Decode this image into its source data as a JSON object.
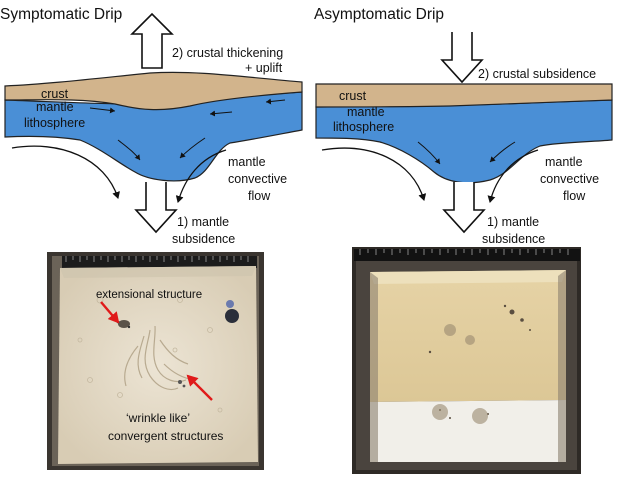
{
  "left": {
    "title": "Symptomatic Drip",
    "labels": {
      "crust": "crust",
      "mantle_lith_1": "mantle",
      "mantle_lith_2": "lithosphere",
      "thickening_1": "2) crustal thickening",
      "thickening_2": "+ uplift",
      "convective_1": "mantle",
      "convective_2": "convective",
      "convective_3": "flow",
      "subsidence_1": "1) mantle",
      "subsidence_2": "subsidence"
    },
    "photo": {
      "annotation_extensional": "extensional structure",
      "annotation_wrinkle_1": "‘wrinkle like’",
      "annotation_wrinkle_2": "convergent structures"
    }
  },
  "right": {
    "title": "Asymptomatic Drip",
    "labels": {
      "crust": "crust",
      "mantle_lith_1": "mantle",
      "mantle_lith_2": "lithosphere",
      "crustal_subsidence": "2) crustal subsidence",
      "convective_1": "mantle",
      "convective_2": "convective",
      "convective_3": "flow",
      "subsidence_1": "1) mantle",
      "subsidence_2": "subsidence"
    }
  },
  "colors": {
    "crust": "#d2b48c",
    "mantle_lithosphere": "#4a8fd6",
    "arrow": "#111111",
    "annotation_arrow": "#e01a1a"
  }
}
